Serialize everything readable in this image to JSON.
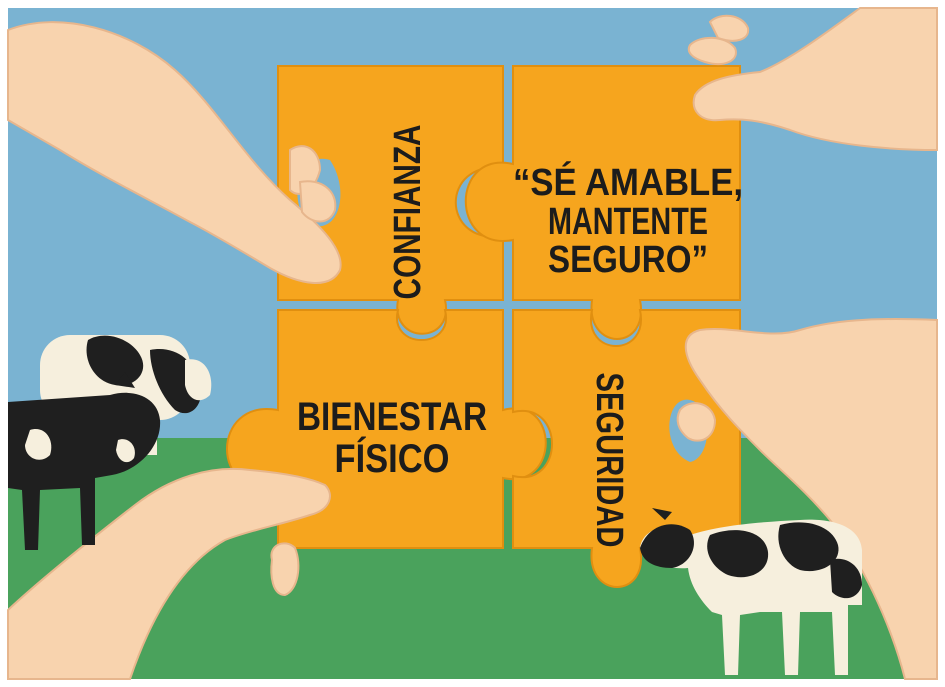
{
  "puzzle": {
    "top_left_label": "CONFIANZA",
    "top_right_lines": [
      "“SÉ AMABLE,",
      "MANTENTE",
      "SEGURO”"
    ],
    "bottom_left_lines": [
      "BIENESTAR",
      "FÍSICO"
    ],
    "bottom_right_label": "SEGURIDAD"
  },
  "colors": {
    "sky": "#7ab3d2",
    "grass": "#4aa25c",
    "puzzle": "#f6a51e",
    "puzzle_edge": "#e08f10",
    "skin": "#f8d3ae",
    "skin_line": "#e7b68d",
    "cow_black": "#1f1f1f",
    "cow_white": "#f6efdd",
    "text": "#1c1c1c"
  },
  "icons": [
    "hand-icon",
    "cow-icon",
    "puzzle-piece-icon"
  ]
}
